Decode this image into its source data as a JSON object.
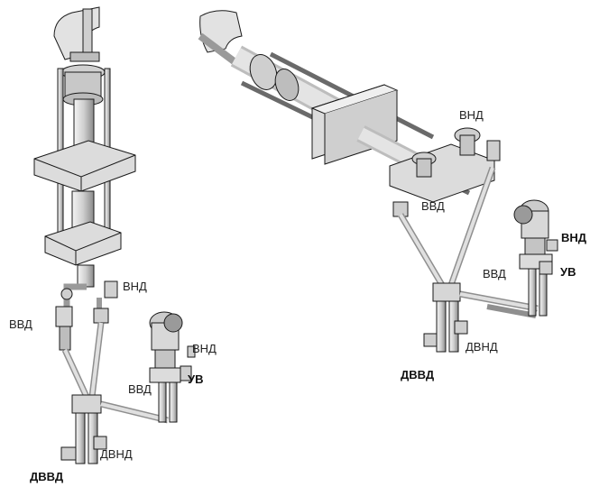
{
  "labels": {
    "left_vnd_top": "ВНД",
    "left_vvd": "ВВД",
    "left_vnd_right": "ВНД",
    "left_vvd_mid": "ВВД",
    "left_uv": "УВ",
    "left_dvnd": "ДВНД",
    "left_dvvd": "ДВВД",
    "right_vnd_top": "ВНД",
    "right_vvd_valve": "ВВД",
    "right_vnd_side": "ВНД",
    "right_vvd_mid": "ВВД",
    "right_uv": "УВ",
    "right_dvnd": "ДВНД",
    "right_dvvd": "ДВВД"
  },
  "colors": {
    "line": "#1a1a1a",
    "metal": "#d9d9d9",
    "shade": "#9a9a9a",
    "dark": "#4a4a4a"
  }
}
